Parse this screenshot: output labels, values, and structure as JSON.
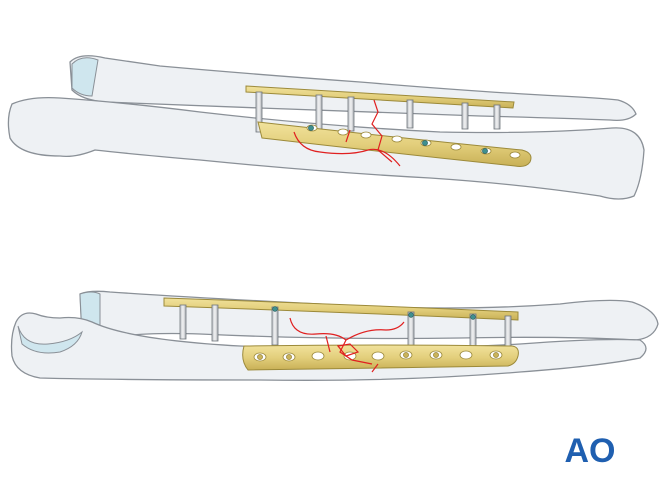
{
  "figure": {
    "views": [
      {
        "id": "top-view"
      },
      {
        "id": "bottom-view"
      }
    ]
  },
  "logo": {
    "text": "AO",
    "color": "#1f5fb0"
  },
  "colors": {
    "bone_fill": "#eef1f4",
    "bone_outline": "#8a9097",
    "cartilage": "#cfe6ee",
    "plate_fill": "#e3cf7c",
    "plate_outline": "#9c8a3a",
    "screw_fill": "#d9dcdf",
    "locking_screw": "#3f8f8f",
    "fracture_line": "#e02020"
  }
}
